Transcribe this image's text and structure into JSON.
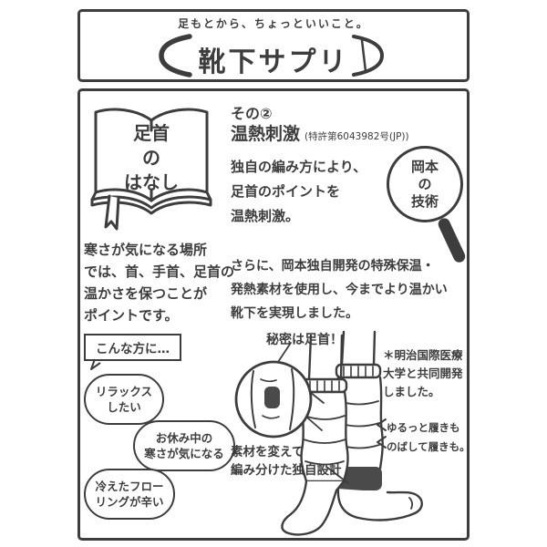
{
  "colors": {
    "ink": "#3d3d3d",
    "band": "#4a4a4a",
    "bg": "#ffffff"
  },
  "header": {
    "tagline": "足もとから、ちょっといいこと。",
    "logo": "靴下サプリ"
  },
  "left": {
    "book_title": "足首\nの\nはなし",
    "intro": "寒さが気になる場所\nでは、首、手首、足首の\n温かさを保つことが\nポイントです。",
    "audience_label": "こんな方に…",
    "bubbles": [
      "リラックス\nしたい",
      "お休み中の\n寒さが気になる",
      "冷えたフロー\nリングが辛い"
    ]
  },
  "right": {
    "section_no": "その②",
    "feature_title": "温熱刺激",
    "patent_note": "(特許第6043982号(JP))",
    "description1": "独自の編み方により、\n足首のポイントを\n温熱刺激。",
    "magnifier_label": "岡本\nの\n技術",
    "description2": "さらに、岡本独自開発の特殊保温・\n発熱素材を使用し、今までより温かい\n靴下を実現しました。",
    "secret_label": "秘密は足首！",
    "design_note": "素材を変えて\n編み分けた独自設計",
    "collab_note": "＊明治国際医療\n大学と共同開発\nしました。",
    "wear_note_1": "ゆるっと履きも",
    "wear_note_2": "のばして履きも。"
  }
}
